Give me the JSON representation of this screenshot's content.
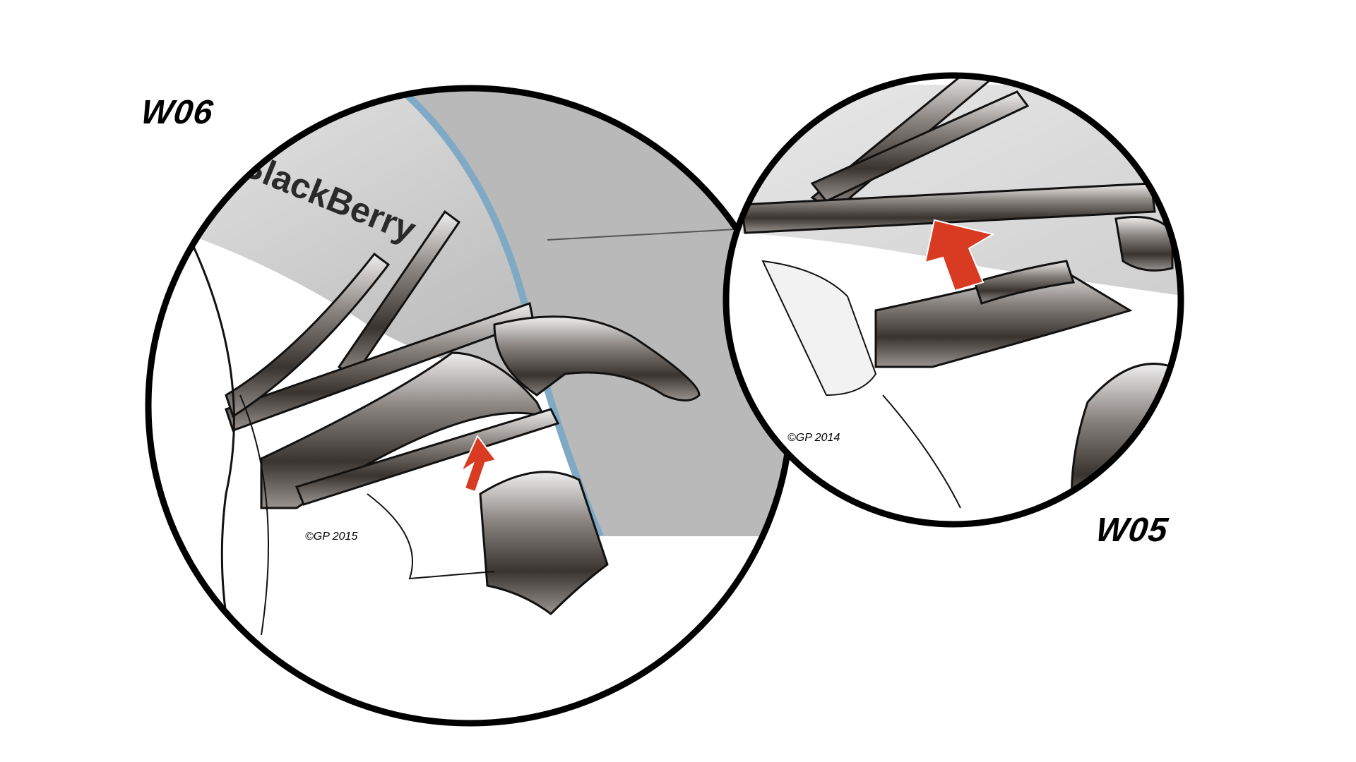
{
  "figure": {
    "left_panel": {
      "label": "W06",
      "sponsor_text": "BlackBerry",
      "signature": "©GP 2015",
      "arrow_color": "#d93a22"
    },
    "right_panel": {
      "label": "W05",
      "signature": "©GP 2014",
      "arrow_color": "#d93a22"
    },
    "colors": {
      "background": "#ffffff",
      "outline": "#000000",
      "bodywork": "#c9c9c9",
      "carbon": "#5a5450",
      "accent_blue": "#7fa9c4"
    }
  }
}
